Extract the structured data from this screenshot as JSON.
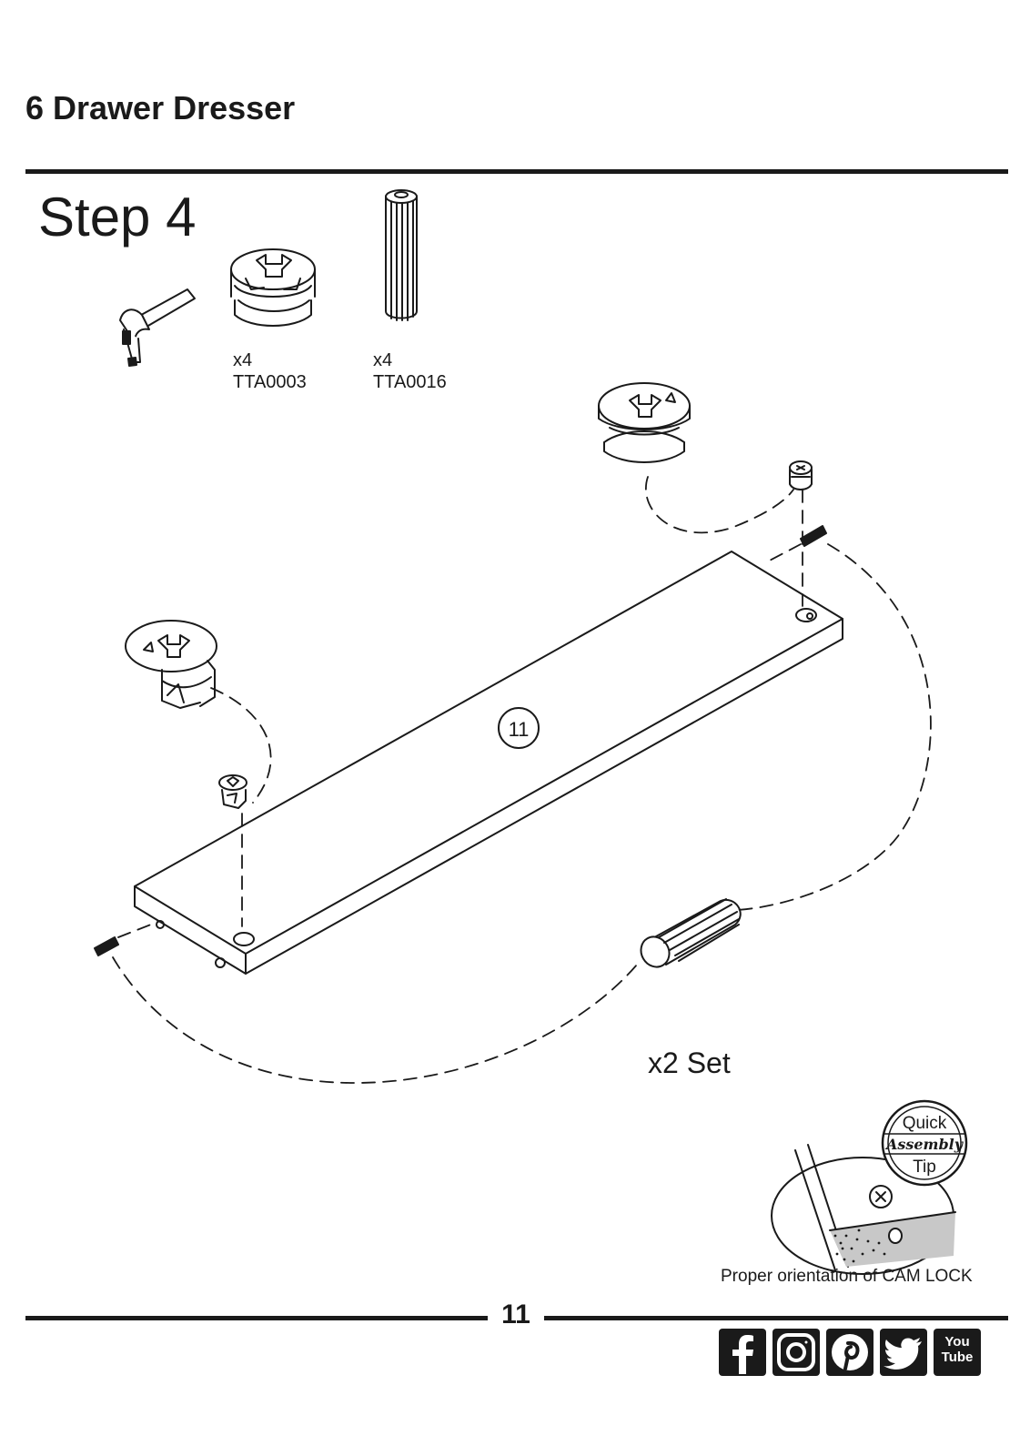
{
  "header": {
    "title": "6 Drawer Dresser"
  },
  "step": {
    "title": "Step 4"
  },
  "parts": [
    {
      "quantity": "x4",
      "code": "TTA0003",
      "icon": "cam-lock-icon"
    },
    {
      "quantity": "x4",
      "code": "TTA0016",
      "icon": "wooden-dowel-icon"
    }
  ],
  "tool": {
    "icon": "hammer-icon"
  },
  "panel": {
    "number": "11"
  },
  "set_count": "x2 Set",
  "quick_tip": {
    "badge": {
      "line1": "Quick",
      "line2": "Assembly",
      "line3": "Tip"
    },
    "caption": "Proper orientation of CAM LOCK"
  },
  "footer": {
    "page_number": "11",
    "social": {
      "icons": [
        "facebook-icon",
        "instagram-icon",
        "pinterest-icon",
        "twitter-icon",
        "youtube-icon"
      ],
      "youtube_line1": "You",
      "youtube_line2": "Tube"
    }
  }
}
